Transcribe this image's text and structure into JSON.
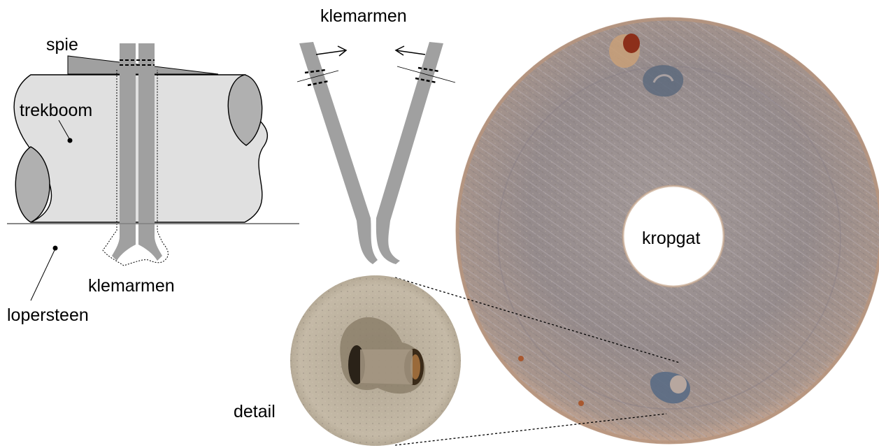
{
  "labels": {
    "spie": "spie",
    "trekboom": "trekboom",
    "klemarmen_left": "klemarmen",
    "klemarmen_top": "klemarmen",
    "lopersteen": "lopersteen",
    "detail": "detail",
    "kropgat": "kropgat"
  },
  "colors": {
    "cylinder_fill": "#e0e0e0",
    "cylinder_end_fill": "#b0b0b0",
    "clamp_arm_fill": "#a0a0a0",
    "stone_surface": "#9a8f8c",
    "stone_edge": "#c49a84",
    "detail_photo": "#b9ad9a",
    "line_color": "#000000"
  },
  "icons": {
    "rust_spots": "rust-stain",
    "mark_top": "carved-mark",
    "mark_bottom": "carved-mark"
  }
}
